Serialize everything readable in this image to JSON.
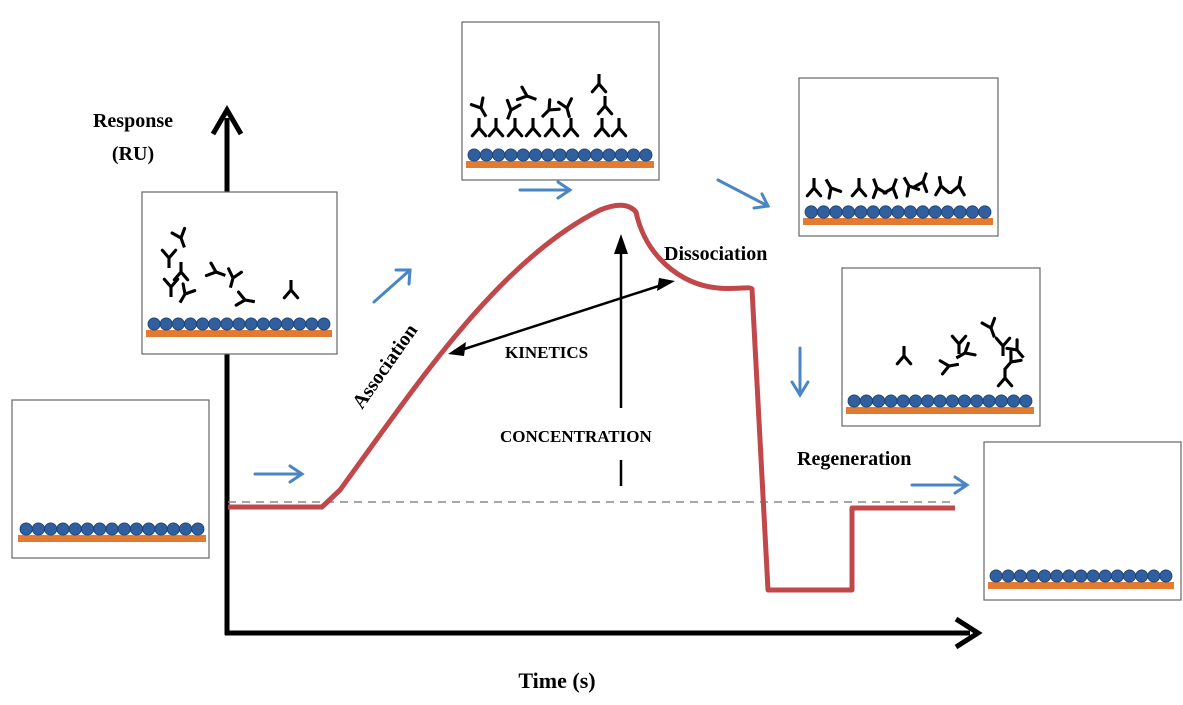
{
  "labels": {
    "y_axis_line1": "Response",
    "y_axis_line2": "(RU)",
    "x_axis": "Time (s)",
    "association": "Association",
    "dissociation": "Dissociation",
    "regeneration": "Regeneration",
    "kinetics": "KINETICS",
    "concentration": "CONCENTRATION"
  },
  "colors": {
    "curve": "#c0474a",
    "surface_bead": "#2f5f9e",
    "surface_base": "#e37a32",
    "flow_arrow": "#4a86c5",
    "axis": "#000000",
    "baseline": "#888888"
  },
  "phases": [
    "baseline",
    "association",
    "dissociation",
    "regeneration",
    "baseline-return"
  ]
}
